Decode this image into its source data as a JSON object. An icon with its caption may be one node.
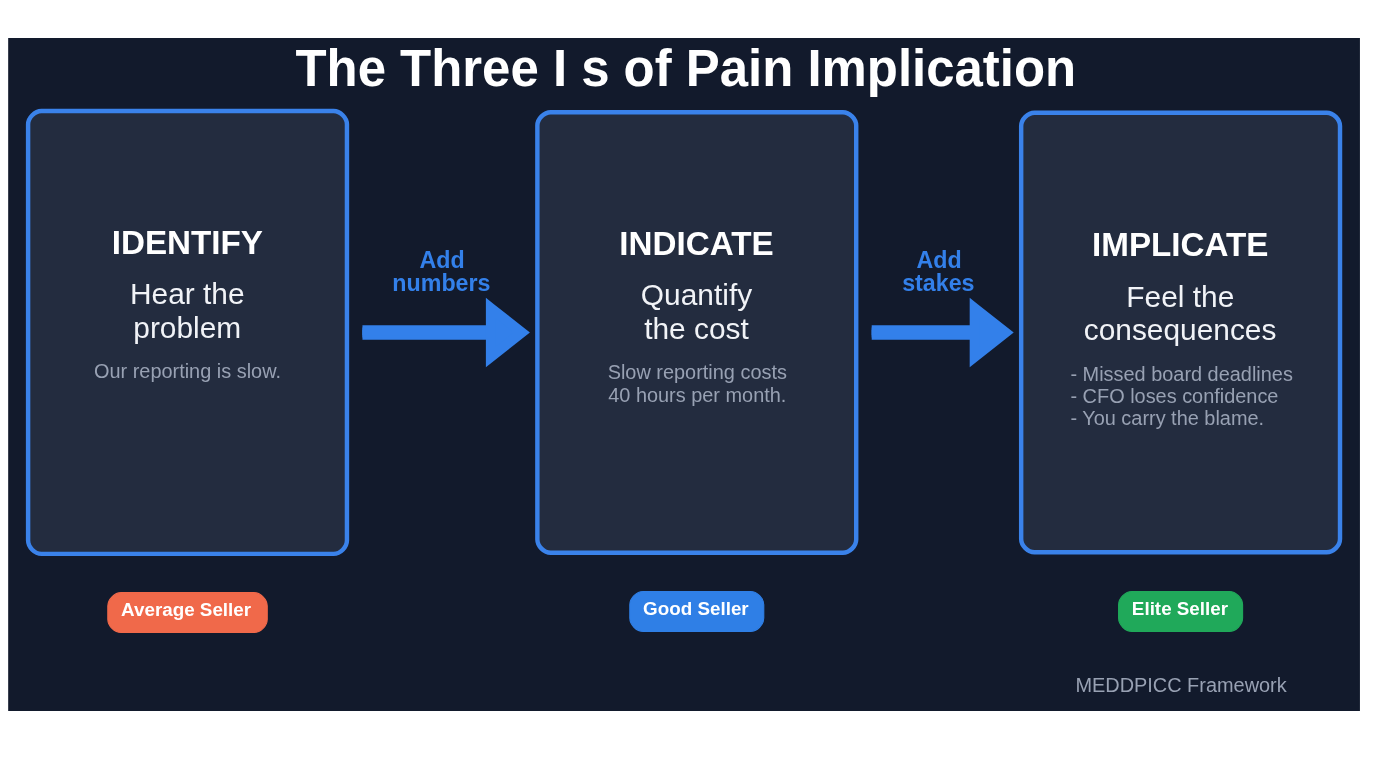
{
  "diagram": {
    "title": "The Three I s of Pain Implication",
    "nodes": [
      {
        "text": [
          "IDENTIFY",
          "Hear the problem",
          "Our reporting is slow."
        ]
      },
      {
        "text": [
          "INDICATE",
          "Quantify the cost",
          "Slow reporting costs 40 hours per month."
        ]
      },
      {
        "text": [
          "IMPLICATE",
          "Feel the consequences",
          "- Missed board deadlines",
          "- CFO loses confidence",
          "- You carry the blame."
        ]
      },
      {
        "text": [
          "Average Seller"
        ]
      },
      {
        "text": [
          "Good Seller"
        ]
      },
      {
        "text": [
          "Elite Seller"
        ]
      }
    ],
    "edges": [
      {
        "from": 0,
        "to": 1,
        "arrow": "to",
        "label": "Add numbers"
      },
      {
        "from": 1,
        "to": 2,
        "arrow": "to",
        "label": "Add stakes"
      }
    ],
    "labels": [
      "MEDDPICC Framework"
    ]
  }
}
